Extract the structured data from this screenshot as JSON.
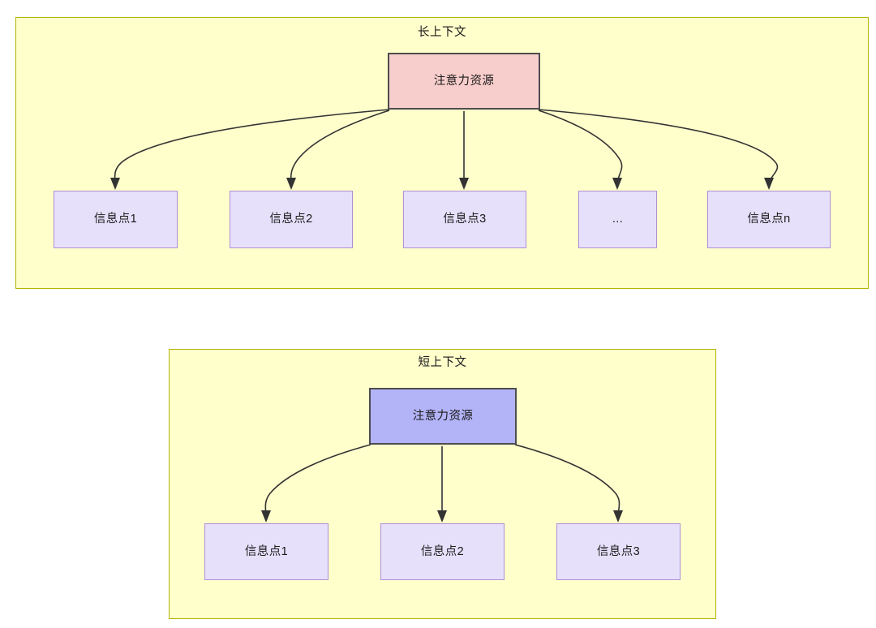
{
  "diagram": {
    "title_semantic": "attention-resource-context-comparison",
    "background": "#ffffff",
    "colors": {
      "group_fill": "#ffffcc",
      "group_border": "#b3b300",
      "root_long_fill": "#f8cecc",
      "root_long_border": "#4d4d4d",
      "root_short_fill": "#b3b3f7",
      "root_short_border": "#4d4d4d",
      "leaf_fill": "#e6e0fb",
      "leaf_border": "#b08fd6",
      "edge": "#333333",
      "text": "#1a1a1a"
    }
  },
  "long_context": {
    "group_label": "长上下文",
    "root": {
      "label": "注意力资源"
    },
    "leaves": [
      {
        "label": "信息点1"
      },
      {
        "label": "信息点2"
      },
      {
        "label": "信息点3"
      },
      {
        "label": "..."
      },
      {
        "label": "信息点n"
      }
    ]
  },
  "short_context": {
    "group_label": "短上下文",
    "root": {
      "label": "注意力资源"
    },
    "leaves": [
      {
        "label": "信息点1"
      },
      {
        "label": "信息点2"
      },
      {
        "label": "信息点3"
      }
    ]
  }
}
